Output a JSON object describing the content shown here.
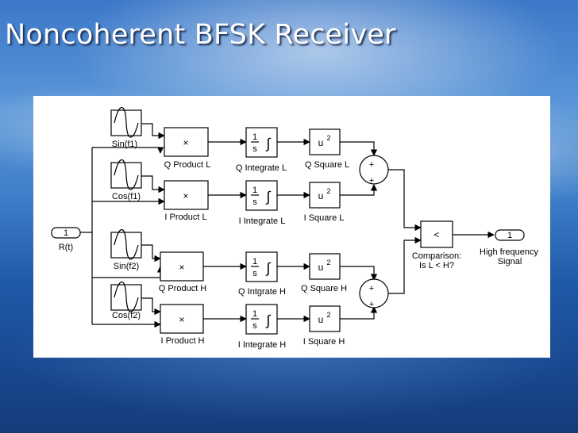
{
  "slide": {
    "title": "Noncoherent BFSK Receiver"
  },
  "diagram": {
    "input": {
      "port": "1",
      "label": "R(t)"
    },
    "output": {
      "port": "1",
      "label_line1": "High frequency",
      "label_line2": "Signal"
    },
    "sources": {
      "sin_f1": "Sin(f1)",
      "cos_f1": "Cos(f1)",
      "sin_f2": "Sin(f2)",
      "cos_f2": "Cos(f2)"
    },
    "products": {
      "symbol": "×",
      "q_l": "Q Product L",
      "i_l": "I Product L",
      "q_h": "Q Product H",
      "i_h": "I Product H"
    },
    "integrators": {
      "num": "1",
      "den": "s",
      "sign": "∫",
      "q_l": "Q Integrate L",
      "i_l": "I Integrate L",
      "q_h": "Q Intgrate H",
      "i_h": "I Integrate H"
    },
    "squares": {
      "base": "u",
      "exp": "2",
      "q_l": "Q Square L",
      "i_l": "I Square L",
      "q_h": "Q Square H",
      "i_h": "I Square H"
    },
    "sums": {
      "sign": "+"
    },
    "comparison": {
      "symbol": "<",
      "label_line1": "Comparison:",
      "label_line2": "Is L < H?"
    }
  }
}
